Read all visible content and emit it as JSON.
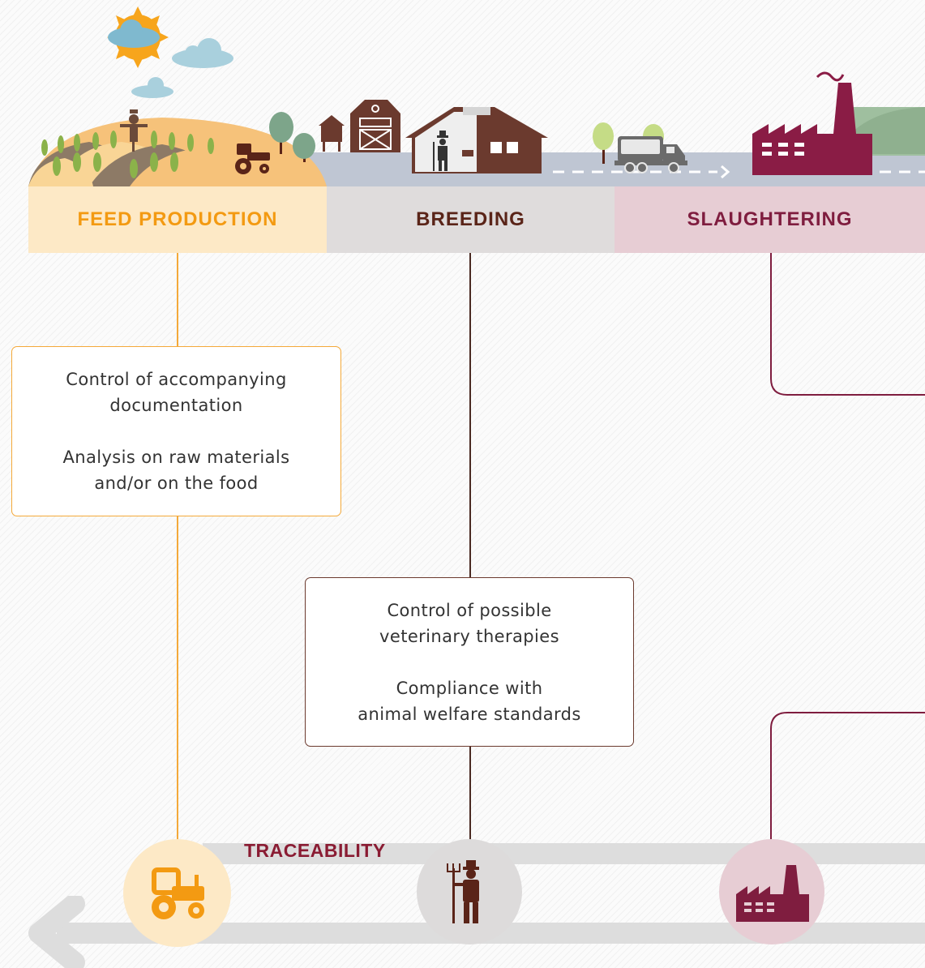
{
  "stages": {
    "feed_production": "FEED PRODUCTION",
    "breeding": "BREEDING",
    "slaughtering": "SLAUGHTERING"
  },
  "feed_box": {
    "line1": "Control of accompanying",
    "line2": "documentation",
    "line3": "Analysis on raw materials",
    "line4": "and/or on the food"
  },
  "breeding_box": {
    "line1": "Control of possible",
    "line2": "veterinary therapies",
    "line3": "Compliance with",
    "line4": "animal welfare standards"
  },
  "traceability": "TRACEABILITY",
  "icons": [
    "sun-icon",
    "cloud-icon",
    "scarecrow-icon",
    "tractor-icon",
    "tree-icon",
    "silo-icon",
    "barn-icon",
    "farmer-icon",
    "truck-icon",
    "factory-icon",
    "arrow-left-icon"
  ],
  "colors": {
    "feed": "#f39a12",
    "breeding": "#5a2418",
    "slaughtering": "#7f1d3f",
    "traceability": "#8a1c33"
  }
}
